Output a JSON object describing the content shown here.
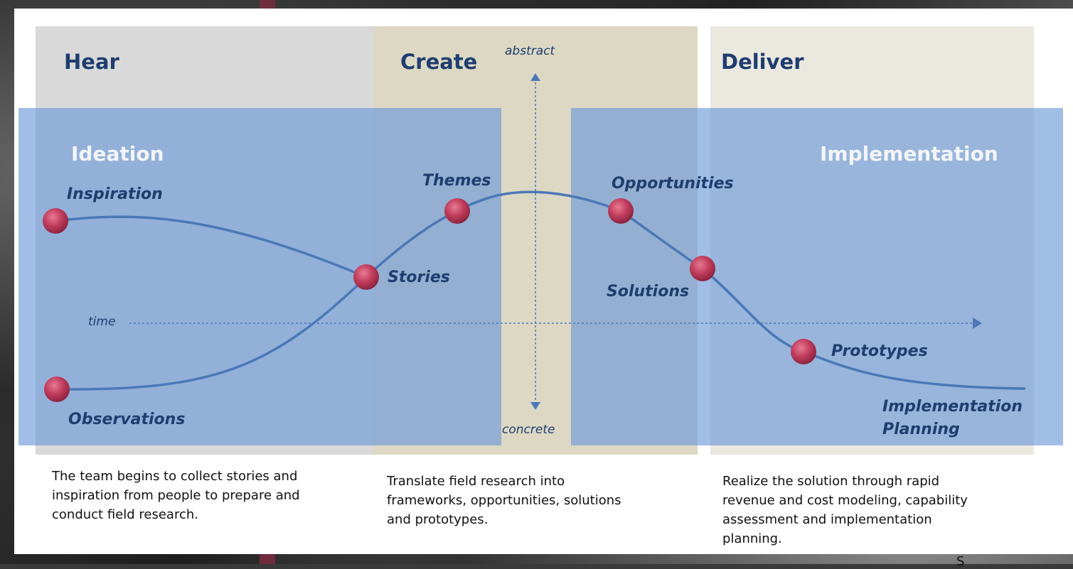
{
  "columns": {
    "hear": "Hear",
    "create": "Create",
    "deliver": "Deliver"
  },
  "phases": {
    "ideation": "Ideation",
    "implementation": "Implementation"
  },
  "axis": {
    "abstract": "abstract",
    "concrete": "concrete",
    "time": "time"
  },
  "points": {
    "inspiration": "Inspiration",
    "observations": "Observations",
    "stories": "Stories",
    "themes": "Themes",
    "opportunities": "Opportunities",
    "solutions": "Solutions",
    "prototypes": "Prototypes",
    "implementation_planning_1": "Implementation",
    "implementation_planning_2": "Planning"
  },
  "descriptions": {
    "hear": [
      "The team begins to collect stories and",
      "inspiration from people to prepare and",
      "conduct field research."
    ],
    "create": [
      "Translate field research into",
      "frameworks, opportunities, solutions",
      "and prototypes."
    ],
    "deliver": [
      "Realize the solution through rapid",
      "revenue and cost modeling, capability",
      "assessment and implementation",
      "planning."
    ]
  },
  "source": "S",
  "colors": {
    "title": "#1f3d6e",
    "curve": "#4a78b8",
    "node": "#c03c5c"
  }
}
